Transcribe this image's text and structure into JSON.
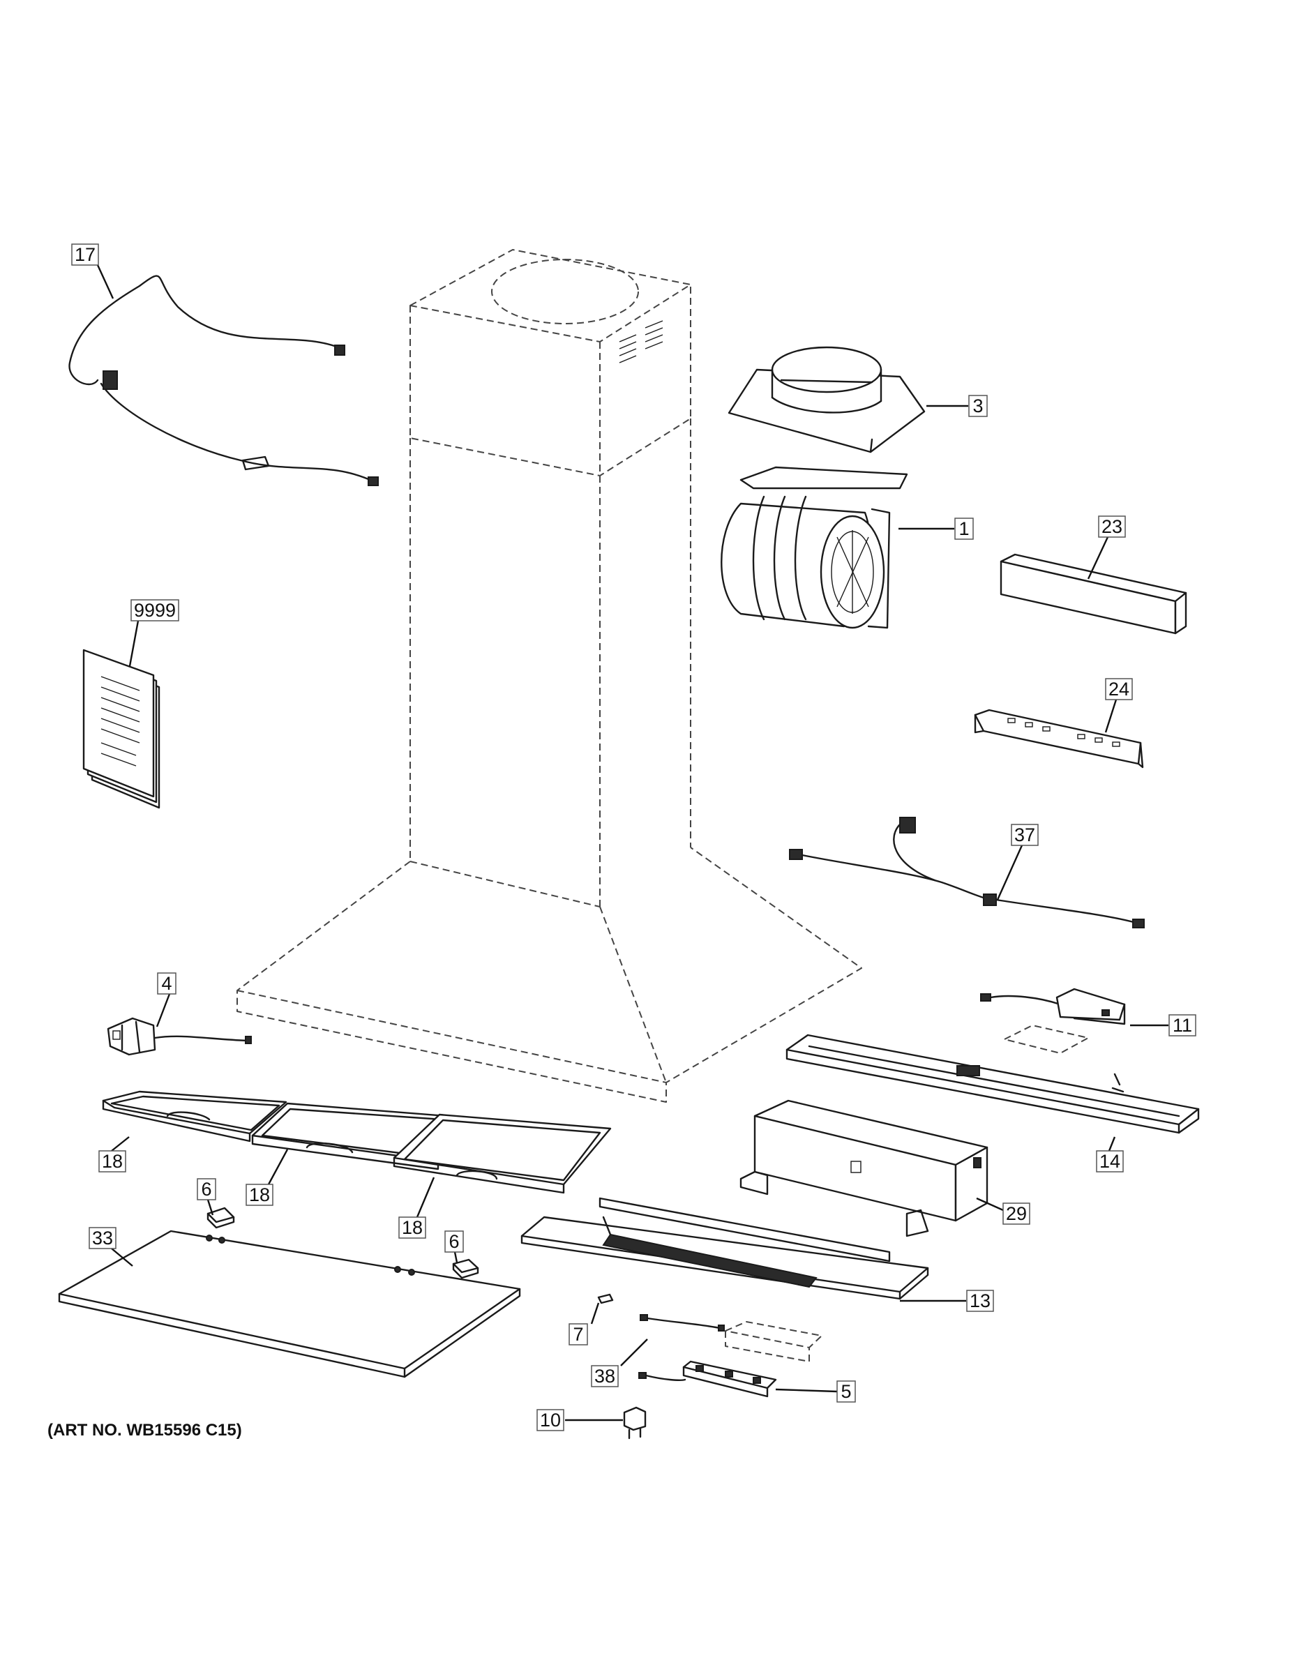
{
  "art_number": "(ART NO. WB15596 C15)",
  "callouts": [
    {
      "id": "c17",
      "label": "17"
    },
    {
      "id": "c3",
      "label": "3"
    },
    {
      "id": "c1",
      "label": "1"
    },
    {
      "id": "c23",
      "label": "23"
    },
    {
      "id": "c9999",
      "label": "9999"
    },
    {
      "id": "c24",
      "label": "24"
    },
    {
      "id": "c37",
      "label": "37"
    },
    {
      "id": "c4",
      "label": "4"
    },
    {
      "id": "c11",
      "label": "11"
    },
    {
      "id": "c18a",
      "label": "18"
    },
    {
      "id": "c18b",
      "label": "18"
    },
    {
      "id": "c18c",
      "label": "18"
    },
    {
      "id": "c14",
      "label": "14"
    },
    {
      "id": "c6a",
      "label": "6"
    },
    {
      "id": "c6b",
      "label": "6"
    },
    {
      "id": "c29",
      "label": "29"
    },
    {
      "id": "c33",
      "label": "33"
    },
    {
      "id": "c13",
      "label": "13"
    },
    {
      "id": "c7",
      "label": "7"
    },
    {
      "id": "c38",
      "label": "38"
    },
    {
      "id": "c5",
      "label": "5"
    },
    {
      "id": "c10",
      "label": "10"
    }
  ]
}
